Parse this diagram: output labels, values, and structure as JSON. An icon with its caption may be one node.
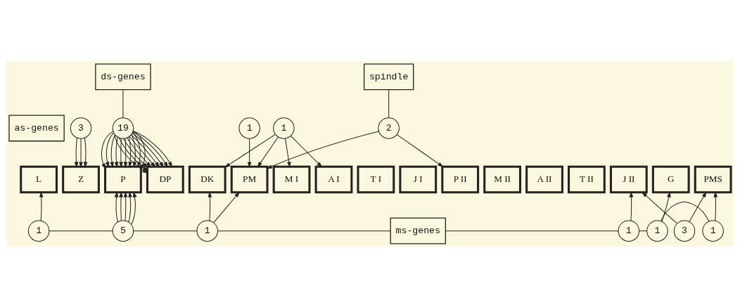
{
  "diagram": {
    "nodes": [
      {
        "text": [
          "ds-genes"
        ]
      },
      {
        "text": [
          "spindle"
        ]
      },
      {
        "text": [
          "as-genes"
        ]
      },
      {
        "text": [
          "3"
        ]
      },
      {
        "text": [
          "19"
        ]
      },
      {
        "text": [
          "1"
        ]
      },
      {
        "text": [
          "2"
        ]
      },
      {
        "text": [
          "1"
        ]
      },
      {
        "text": [
          "L"
        ]
      },
      {
        "text": [
          "Z"
        ]
      },
      {
        "text": [
          "P"
        ]
      },
      {
        "text": [
          "DP"
        ]
      },
      {
        "text": [
          "DK"
        ]
      },
      {
        "text": [
          "PM"
        ]
      },
      {
        "text": [
          "M I"
        ]
      },
      {
        "text": [
          "A I"
        ]
      },
      {
        "text": [
          "T I"
        ]
      },
      {
        "text": [
          "J I"
        ]
      },
      {
        "text": [
          "P II"
        ]
      },
      {
        "text": [
          "M II"
        ]
      },
      {
        "text": [
          "A II"
        ]
      },
      {
        "text": [
          "T II"
        ]
      },
      {
        "text": [
          "J II"
        ]
      },
      {
        "text": [
          "G"
        ]
      },
      {
        "text": [
          "PMS"
        ]
      },
      {
        "text": [
          "1"
        ]
      },
      {
        "text": [
          "5"
        ]
      },
      {
        "text": [
          "1"
        ]
      },
      {
        "text": [
          "ms-genes"
        ]
      },
      {
        "text": [
          "1"
        ]
      },
      {
        "text": [
          "1"
        ]
      },
      {
        "text": [
          "1"
        ]
      },
      {
        "text": [
          "3"
        ]
      }
    ],
    "edges": [
      {
        "from": 0,
        "to": 4,
        "arrow": "none"
      },
      {
        "from": 1,
        "to": 6,
        "arrow": "none"
      },
      {
        "from": 3,
        "to": 9,
        "arrow": "to"
      },
      {
        "from": 3,
        "to": 9,
        "arrow": "to"
      },
      {
        "from": 3,
        "to": 9,
        "arrow": "to"
      },
      {
        "from": 4,
        "to": 10,
        "arrow": "to"
      },
      {
        "from": 4,
        "to": 10,
        "arrow": "to"
      },
      {
        "from": 4,
        "to": 10,
        "arrow": "to"
      },
      {
        "from": 4,
        "to": 10,
        "arrow": "to"
      },
      {
        "from": 4,
        "to": 10,
        "arrow": "to"
      },
      {
        "from": 4,
        "to": 10,
        "arrow": "to"
      },
      {
        "from": 4,
        "to": 10,
        "arrow": "to"
      },
      {
        "from": 4,
        "to": 10,
        "arrow": "to"
      },
      {
        "from": 4,
        "to": 10,
        "arrow": "to"
      },
      {
        "from": 4,
        "to": 10,
        "arrow": "to"
      },
      {
        "from": 4,
        "to": 11,
        "arrow": "to"
      },
      {
        "from": 4,
        "to": 11,
        "arrow": "to"
      },
      {
        "from": 4,
        "to": 11,
        "arrow": "to"
      },
      {
        "from": 4,
        "to": 11,
        "arrow": "to"
      },
      {
        "from": 4,
        "to": 11,
        "arrow": "to"
      },
      {
        "from": 4,
        "to": 11,
        "arrow": "to"
      },
      {
        "from": 4,
        "to": 11,
        "arrow": "to"
      },
      {
        "from": 4,
        "to": 11,
        "arrow": "to"
      },
      {
        "from": 4,
        "to": 11,
        "arrow": "to"
      },
      {
        "from": 5,
        "to": 13,
        "arrow": "to"
      },
      {
        "from": 6,
        "to": 13,
        "arrow": "to"
      },
      {
        "from": 6,
        "to": 18,
        "arrow": "to"
      },
      {
        "from": 7,
        "to": 12,
        "arrow": "to"
      },
      {
        "from": 7,
        "to": 13,
        "arrow": "to"
      },
      {
        "from": 7,
        "to": 14,
        "arrow": "to"
      },
      {
        "from": 7,
        "to": 15,
        "arrow": "to"
      },
      {
        "from": 25,
        "to": 8,
        "arrow": "to"
      },
      {
        "from": 26,
        "to": 10,
        "arrow": "to"
      },
      {
        "from": 26,
        "to": 10,
        "arrow": "to"
      },
      {
        "from": 26,
        "to": 10,
        "arrow": "to"
      },
      {
        "from": 26,
        "to": 10,
        "arrow": "to"
      },
      {
        "from": 26,
        "to": 10,
        "arrow": "to"
      },
      {
        "from": 27,
        "to": 12,
        "arrow": "to"
      },
      {
        "from": 27,
        "to": 13,
        "arrow": "to"
      },
      {
        "from": 25,
        "to": 26,
        "arrow": "none"
      },
      {
        "from": 26,
        "to": 27,
        "arrow": "none"
      },
      {
        "from": 27,
        "to": 28,
        "arrow": "none"
      },
      {
        "from": 28,
        "to": 29,
        "arrow": "none"
      },
      {
        "from": 29,
        "to": 30,
        "arrow": "none"
      },
      {
        "from": 30,
        "to": 31,
        "arrow": "none"
      },
      {
        "from": 29,
        "to": 22,
        "arrow": "to"
      },
      {
        "from": 30,
        "to": 23,
        "arrow": "to"
      },
      {
        "from": 31,
        "to": 24,
        "arrow": "to"
      },
      {
        "from": 32,
        "to": 22,
        "arrow": "to"
      },
      {
        "from": 32,
        "to": 24,
        "arrow": "to"
      }
    ]
  }
}
